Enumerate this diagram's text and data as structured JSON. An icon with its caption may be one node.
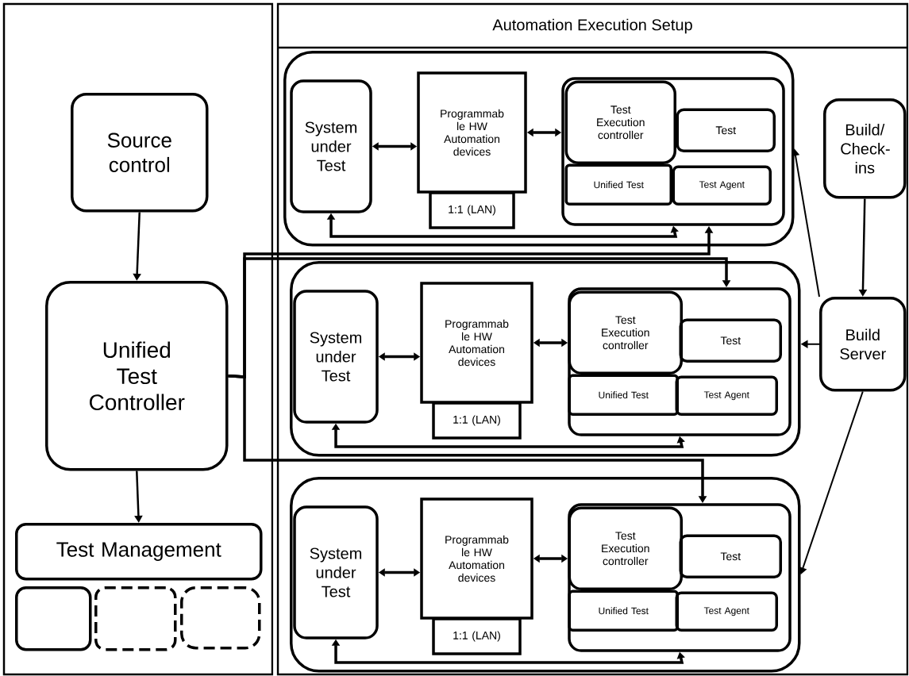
{
  "diagram": {
    "nodes": [
      {
        "text": [],
        "shape": "box"
      },
      {
        "text": [
          "Source control"
        ],
        "in": 0
      },
      {
        "text": [
          "Unified Test Controller"
        ],
        "in": 0
      },
      {
        "text": [
          "Test Management"
        ],
        "in": 0
      },
      {
        "text": [],
        "shape": "box",
        "in": 0
      },
      {
        "text": [],
        "shape": "box",
        "in": 0
      },
      {
        "text": [],
        "shape": "box",
        "in": 0
      },
      {
        "text": [
          "Automation Execution Setup"
        ]
      },
      {
        "text": [],
        "shape": "box",
        "in": 7
      },
      {
        "text": [
          "System under Test"
        ],
        "in": 8
      },
      {
        "text": [
          "Programmab le HW Automation devices"
        ],
        "in": 8
      },
      {
        "text": [
          "1:1 (LAN)"
        ],
        "in": 8
      },
      {
        "text": [],
        "shape": "box",
        "in": 8
      },
      {
        "text": [
          "Test Execution controller"
        ],
        "in": 12
      },
      {
        "text": [
          "Test"
        ],
        "in": 12
      },
      {
        "text": [
          "Unified Test"
        ],
        "in": 12
      },
      {
        "text": [
          "Test Agent"
        ],
        "in": 12
      },
      {
        "text": [],
        "shape": "box",
        "in": 7
      },
      {
        "text": [
          "System under Test"
        ],
        "in": 17
      },
      {
        "text": [
          "Programmab le HW Automation devices"
        ],
        "in": 17
      },
      {
        "text": [
          "1:1 (LAN)"
        ],
        "in": 17
      },
      {
        "text": [],
        "shape": "box",
        "in": 17
      },
      {
        "text": [
          "Test Execution controller"
        ],
        "in": 21
      },
      {
        "text": [
          "Test"
        ],
        "in": 21
      },
      {
        "text": [
          "Unified Test"
        ],
        "in": 21
      },
      {
        "text": [
          "Test Agent"
        ],
        "in": 21
      },
      {
        "text": [],
        "shape": "box",
        "in": 7
      },
      {
        "text": [
          "System under Test"
        ],
        "in": 26
      },
      {
        "text": [
          "Programmab le HW Automation devices"
        ],
        "in": 26
      },
      {
        "text": [
          "1:1 (LAN)"
        ],
        "in": 26
      },
      {
        "text": [],
        "shape": "box",
        "in": 26
      },
      {
        "text": [
          "Test Execution controller"
        ],
        "in": 30
      },
      {
        "text": [
          "Test"
        ],
        "in": 30
      },
      {
        "text": [
          "Unified Test"
        ],
        "in": 30
      },
      {
        "text": [
          "Test Agent"
        ],
        "in": 30
      },
      {
        "text": [
          "Build/ Check- ins"
        ],
        "in": 7
      },
      {
        "text": [
          "Build Server"
        ],
        "in": 7
      }
    ],
    "edges": [
      {
        "from": 1,
        "to": 2,
        "arrow": "to"
      },
      {
        "from": 2,
        "to": 3,
        "arrow": "to"
      },
      {
        "from": 9,
        "to": 10,
        "arrow": "both"
      },
      {
        "from": 10,
        "to": 12,
        "arrow": "both"
      },
      {
        "from": 9,
        "to": 12,
        "arrow": "both"
      },
      {
        "from": 18,
        "to": 19,
        "arrow": "both"
      },
      {
        "from": 19,
        "to": 21,
        "arrow": "both"
      },
      {
        "from": 18,
        "to": 21,
        "arrow": "both"
      },
      {
        "from": 27,
        "to": 28,
        "arrow": "both"
      },
      {
        "from": 28,
        "to": 30,
        "arrow": "both"
      },
      {
        "from": 27,
        "to": 30,
        "arrow": "both"
      },
      {
        "from": 2,
        "to": 12,
        "arrow": "to"
      },
      {
        "from": 2,
        "to": 21,
        "arrow": "to"
      },
      {
        "from": 2,
        "to": 30,
        "arrow": "to"
      },
      {
        "from": 35,
        "to": 36,
        "arrow": "to"
      },
      {
        "from": 36,
        "to": 8,
        "arrow": "to"
      },
      {
        "from": 36,
        "to": 17,
        "arrow": "to"
      },
      {
        "from": 36,
        "to": 26,
        "arrow": "to"
      }
    ]
  }
}
